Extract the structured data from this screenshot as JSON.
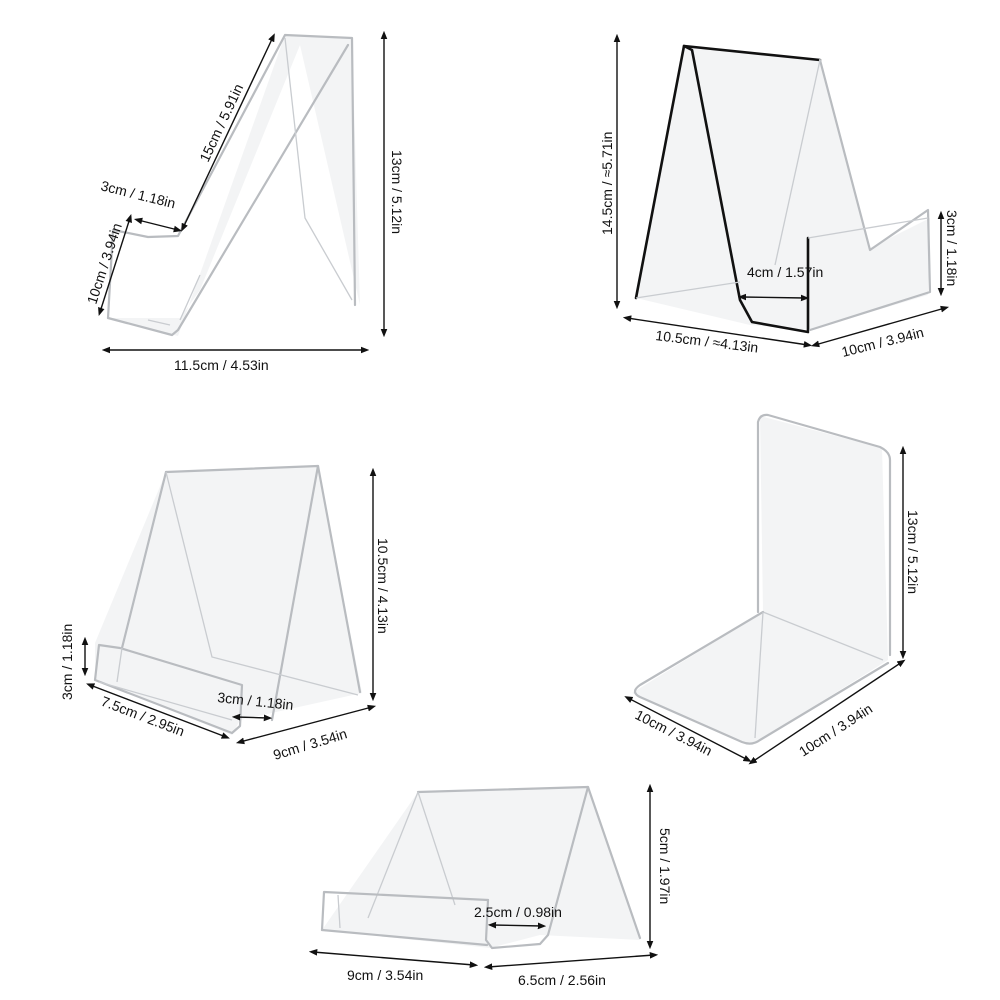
{
  "products": [
    {
      "id": "stand-1",
      "position": "top-left",
      "dimensions": {
        "slope_length": "15cm / 5.91in",
        "ledge_depth": "3cm / 1.18in",
        "front_height": "10cm / 3.94in",
        "total_height": "13cm / 5.12in",
        "base_width": "11.5cm / 4.53in"
      }
    },
    {
      "id": "stand-2",
      "position": "top-right",
      "dimensions": {
        "total_height": "14.5cm / ≈5.71in",
        "lip_height": "3cm / 1.18in",
        "ledge_depth": "4cm / 1.57in",
        "base_depth": "10.5cm / ≈4.13in",
        "width": "10cm / 3.94in"
      }
    },
    {
      "id": "stand-3",
      "position": "middle-left",
      "dimensions": {
        "total_height": "10.5cm / 4.13in",
        "lip_height": "3cm / 1.18in",
        "ledge_depth": "3cm / 1.18in",
        "width": "7.5cm / 2.95in",
        "base_depth": "9cm / 3.54in"
      }
    },
    {
      "id": "bookend",
      "position": "middle-right",
      "dimensions": {
        "height": "13cm / 5.12in",
        "base_width": "10cm / 3.94in",
        "base_depth": "10cm / 3.94in"
      }
    },
    {
      "id": "stand-4",
      "position": "bottom-center",
      "dimensions": {
        "total_height": "5cm / 1.97in",
        "ledge_depth": "2.5cm / 0.98in",
        "width": "9cm / 3.54in",
        "base_depth": "6.5cm / 2.56in"
      }
    }
  ]
}
